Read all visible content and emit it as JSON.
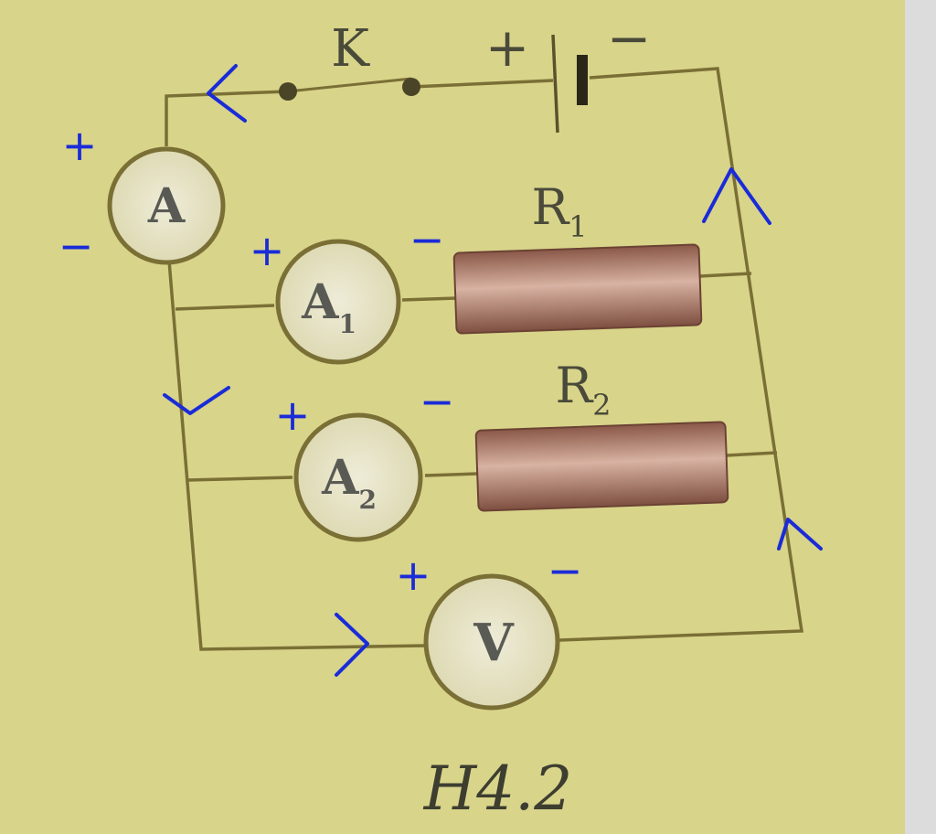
{
  "figure": {
    "caption": "H4.2",
    "colors": {
      "paper": "#d8d48a",
      "wire": "#7a6f35",
      "resistor": "#a4705e",
      "meter_face": "#e4e2c6",
      "pen_ink": "#1a2bd8"
    },
    "switch": {
      "label": "K"
    },
    "battery": {
      "plus": "+",
      "minus": "−"
    },
    "resistors": [
      {
        "letter": "R",
        "sub": "1"
      },
      {
        "letter": "R",
        "sub": "2"
      }
    ],
    "meters": {
      "main_ammeter": "A",
      "ammeter_1": {
        "letter": "A",
        "sub": "1"
      },
      "ammeter_2": {
        "letter": "A",
        "sub": "2"
      },
      "voltmeter": "V"
    },
    "handwritten": {
      "plus": "+",
      "minus": "−",
      "arrow_icon": "chevron-arrow-icon"
    }
  }
}
